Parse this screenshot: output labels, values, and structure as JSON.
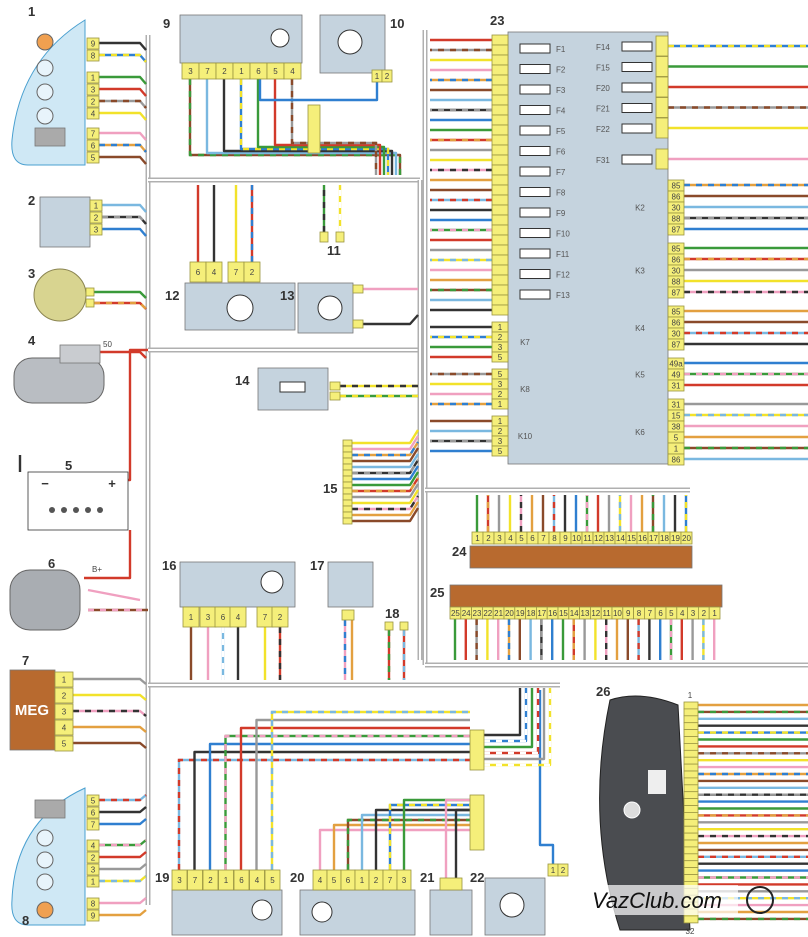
{
  "colors": {
    "panel": "#c5d3de",
    "pin": "#f5ef7a",
    "lamp_panel": "#cfe8f5",
    "brown_block": "#b86a2f",
    "harness": "#b0b0b0",
    "cluster": "#4a4c50"
  },
  "wire_palette": [
    "#333333",
    "#2f7fd0",
    "#3a9a3a",
    "#d23a2a",
    "#999999",
    "#f2e22a",
    "#f0a0c0",
    "#e3a040",
    "#8a4a2a",
    "#7ab8e0"
  ],
  "c1": {
    "num": "1",
    "pins": [
      "9",
      "8",
      "1",
      "3",
      "2",
      "4",
      "7",
      "6",
      "5"
    ]
  },
  "c2": {
    "num": "2",
    "pins": [
      "1",
      "2",
      "3"
    ]
  },
  "c3": {
    "num": "3"
  },
  "c4": {
    "num": "4",
    "terminal": "50"
  },
  "c5": {
    "num": "5",
    "minus": "−",
    "plus": "+"
  },
  "c6": {
    "num": "6",
    "terminal": "B+"
  },
  "c7": {
    "num": "7",
    "label": "MEG",
    "pins": [
      "1",
      "2",
      "3",
      "4",
      "5"
    ]
  },
  "c8": {
    "num": "8",
    "pins": [
      "5",
      "6",
      "7",
      "4",
      "2",
      "3",
      "1",
      "8",
      "9"
    ]
  },
  "c9": {
    "num": "9",
    "pins": [
      "3",
      "7",
      "2",
      "1",
      "6",
      "5",
      "4"
    ]
  },
  "c10": {
    "num": "10",
    "pins": [
      "1",
      "2"
    ]
  },
  "c11": {
    "num": "11"
  },
  "c12": {
    "num": "12",
    "pins": [
      "6",
      "4",
      "7",
      "2"
    ]
  },
  "c13": {
    "num": "13"
  },
  "c14": {
    "num": "14"
  },
  "c15": {
    "num": "15"
  },
  "c16": {
    "num": "16",
    "pins": [
      "1",
      "3",
      "6",
      "4",
      "7",
      "2"
    ]
  },
  "c17": {
    "num": "17"
  },
  "c18": {
    "num": "18"
  },
  "c19": {
    "num": "19",
    "pins": [
      "3",
      "7",
      "2",
      "1",
      "6",
      "4",
      "5"
    ]
  },
  "c20": {
    "num": "20",
    "pins": [
      "4",
      "5",
      "6",
      "1",
      "2",
      "7",
      "3"
    ]
  },
  "c21": {
    "num": "21"
  },
  "c22": {
    "num": "22",
    "pins": [
      "1",
      "2"
    ]
  },
  "c23": {
    "num": "23",
    "fuses_left": [
      "F1",
      "F2",
      "F3",
      "F4",
      "F5",
      "F6",
      "F7",
      "F8",
      "F9",
      "F10",
      "F11",
      "F12",
      "F13"
    ],
    "fuses_right": [
      "F14",
      "F15",
      "F20",
      "F21",
      "F22",
      "F31"
    ],
    "relays_right": [
      {
        "name": "K2",
        "pins": [
          "85",
          "86",
          "30",
          "88",
          "87"
        ]
      },
      {
        "name": "K3",
        "pins": [
          "85",
          "86",
          "30",
          "88",
          "87"
        ]
      },
      {
        "name": "K4",
        "pins": [
          "85",
          "86",
          "30",
          "87"
        ]
      },
      {
        "name": "K5",
        "pins": [
          "49a",
          "49",
          "31"
        ]
      },
      {
        "name": "K6",
        "pins": [
          "31",
          "15",
          "38",
          "5",
          "1",
          "86"
        ]
      }
    ],
    "relays_left": [
      {
        "name": "K7",
        "pins": [
          "1",
          "2",
          "3",
          "5"
        ]
      },
      {
        "name": "K8",
        "pins": [
          "5",
          "3",
          "2",
          "1"
        ]
      },
      {
        "name": "K10",
        "pins": [
          "1",
          "2",
          "3",
          "5"
        ]
      }
    ]
  },
  "c24": {
    "num": "24",
    "pins": [
      "1",
      "2",
      "3",
      "4",
      "5",
      "6",
      "7",
      "8",
      "9",
      "10",
      "11",
      "12",
      "13",
      "14",
      "15",
      "16",
      "17",
      "18",
      "19",
      "20"
    ]
  },
  "c25": {
    "num": "25",
    "pins": [
      "25",
      "24",
      "23",
      "22",
      "21",
      "20",
      "19",
      "18",
      "17",
      "16",
      "15",
      "14",
      "13",
      "12",
      "11",
      "10",
      "9",
      "8",
      "7",
      "6",
      "5",
      "4",
      "3",
      "2",
      "1"
    ]
  },
  "c26": {
    "num": "26",
    "first_pin": "1",
    "last_pin": "32"
  },
  "watermark": "VazClub.com"
}
